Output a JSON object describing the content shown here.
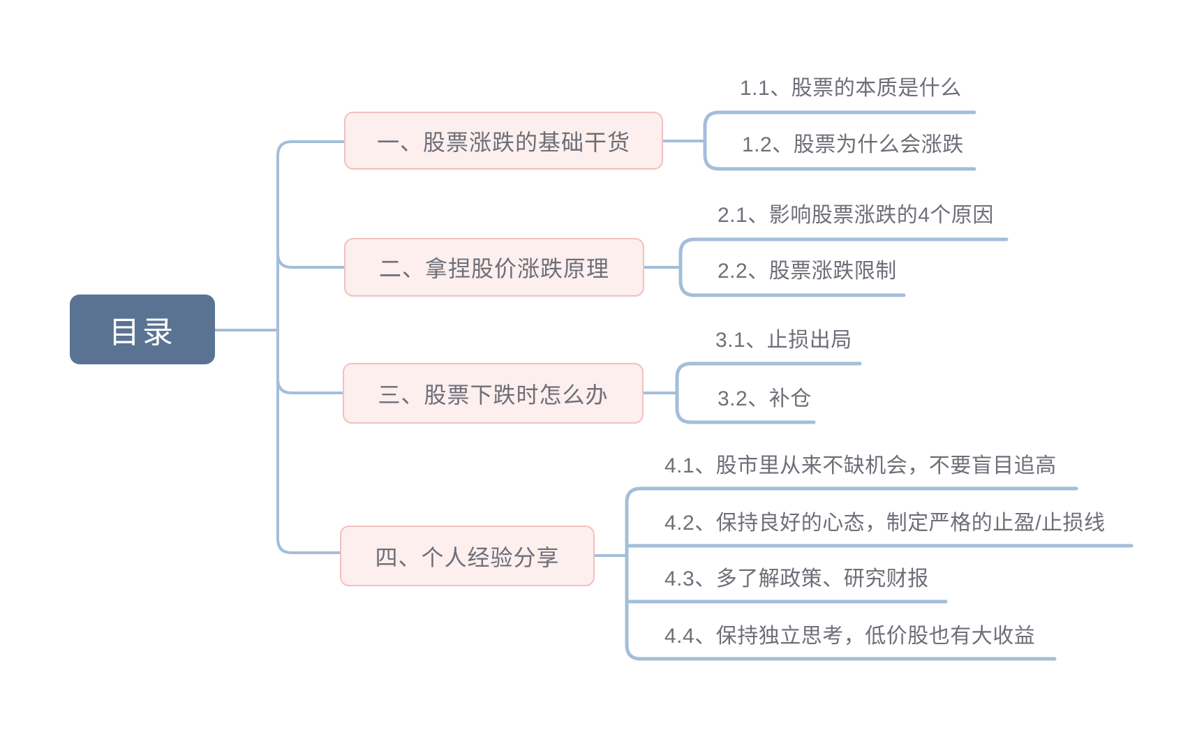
{
  "root": {
    "label": "目录"
  },
  "branches": [
    {
      "label": "一、股票涨跌的基础干货",
      "children": [
        "1.1、股票的本质是什么",
        "1.2、股票为什么会涨跌"
      ]
    },
    {
      "label": "二、拿捏股价涨跌原理",
      "children": [
        "2.1、影响股票涨跌的4个原因",
        "2.2、股票涨跌限制"
      ]
    },
    {
      "label": "三、股票下跌时怎么办",
      "children": [
        "3.1、止损出局",
        "3.2、补仓"
      ]
    },
    {
      "label": "四、个人经验分享",
      "children": [
        "4.1、股市里从来不缺机会，不要盲目追高",
        "4.2、保持良好的心态，制定严格的止盈/止损线",
        "4.3、多了解政策、研究财报",
        "4.4、保持独立思考，低价股也有大收益"
      ]
    }
  ],
  "colors": {
    "root_fill": "#5A7392",
    "root_text": "#FFFFFF",
    "branch_fill": "#FCEFEE",
    "branch_border": "#F2C0BF",
    "topic_text": "#6E6E78",
    "connector": "#A3BED9",
    "background": "#FFFFFF"
  }
}
